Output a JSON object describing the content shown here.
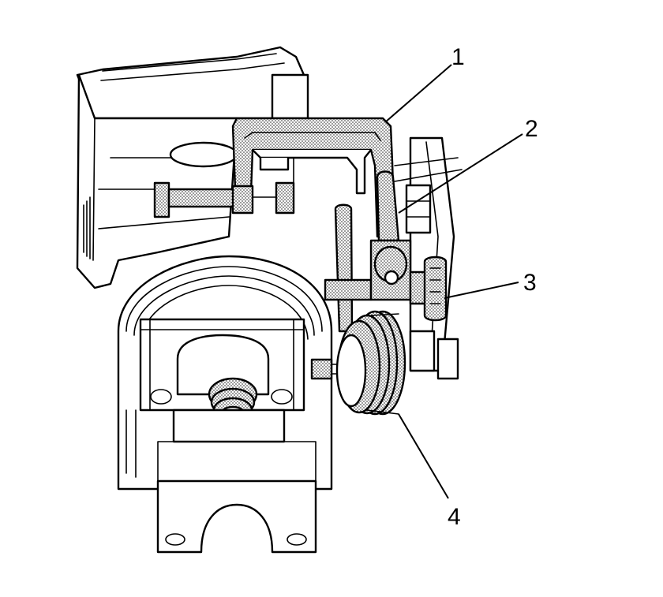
{
  "callouts": [
    {
      "id": "1",
      "label": "1"
    },
    {
      "id": "2",
      "label": "2"
    },
    {
      "id": "3",
      "label": "3"
    },
    {
      "id": "4",
      "label": "4"
    }
  ],
  "colors": {
    "ink": "#000000",
    "paper": "#ffffff",
    "stipple": "#bdbdbd"
  }
}
